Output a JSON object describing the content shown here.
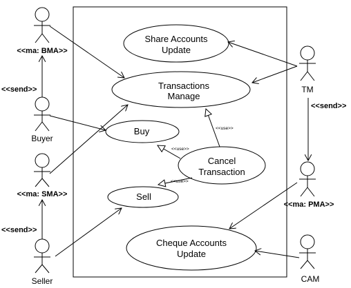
{
  "use_cases": {
    "share": [
      "Share Accounts",
      "Update"
    ],
    "transactions": [
      "Transactions",
      "Manage"
    ],
    "buy": [
      "Buy"
    ],
    "cancel": [
      "Cancel",
      "Transaction"
    ],
    "sell": [
      "Sell"
    ],
    "cheque": [
      "Cheque Accounts",
      "Update"
    ]
  },
  "actors": {
    "bma": "<<ma: BMA>>",
    "buyer": "Buyer",
    "sma": "<<ma: SMA>>",
    "seller": "Seller",
    "tm": "TM",
    "pma": "<<ma: PMA>>",
    "cam": "CAM"
  },
  "relations": {
    "send": "<<send>>",
    "use": "<<use>>"
  }
}
